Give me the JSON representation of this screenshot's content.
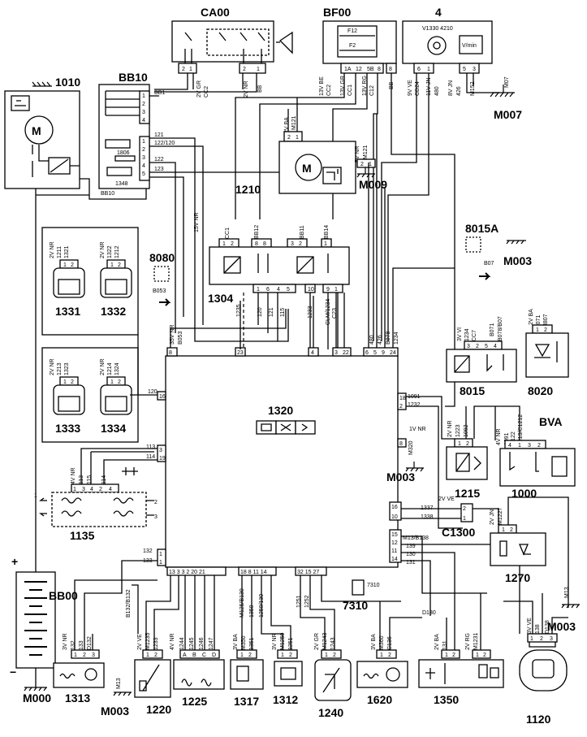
{
  "components": {
    "ca00": "CA00",
    "bf00": "BF00",
    "c4": "4",
    "c1010": "1010",
    "bb10": "BB10",
    "c1210": "1210",
    "m009": "M009",
    "m007": "M007",
    "c8015a": "8015A",
    "m003a": "M003",
    "c8080": "8080",
    "c1304": "1304",
    "c1331": "1331",
    "c1332": "1332",
    "c1333": "1333",
    "c1334": "1334",
    "c1320": "1320",
    "c8015": "8015",
    "c8020": "8020",
    "bva": "BVA",
    "c1215": "1215",
    "c1000": "1000",
    "m003b": "M003",
    "c1135": "1135",
    "c1300": "C1300",
    "c1270": "1270",
    "m003c": "M003",
    "c7310": "7310",
    "bb00": "BB00",
    "c1313": "1313",
    "c1220": "1220",
    "m003d": "M003",
    "c1225": "1225",
    "c1317": "1317",
    "c1312": "1312",
    "c1240": "1240",
    "c1620": "1620",
    "c1350": "1350",
    "c1120": "1120",
    "m000": "M000",
    "c1806": "1806",
    "c1348": "1348",
    "plus": "+",
    "minus": "−"
  },
  "wires": {
    "bb1": "BB1",
    "bb10": "BB10",
    "n121": "121",
    "n122_120": "122/120",
    "n122": "122",
    "n123": "123",
    "cc2gr": "2V GR",
    "cc2": "CC2",
    "nr2v": "2V NR",
    "bb": "BB",
    "be13": "13V BE",
    "gr13": "13V GR",
    "cc2b": "CC2",
    "cc1": "CC1",
    "bb3": "BB3",
    "rg13": "13V RG",
    "c12": "C12",
    "bb8": "BB",
    "ve9": "9V VE",
    "cd24": "CD24",
    "jn11": "11V JN",
    "n480": "480",
    "jn8": "8V JN",
    "n426": "426",
    "m152": "M152",
    "ba2v": "2V BA",
    "m121": "M121",
    "nr5v": "5V NR",
    "m121b": "M121",
    "nr15v": "15V NR",
    "cc1b": "CC1",
    "bb12": "BB12",
    "bb11": "BB11",
    "bb14": "BB14",
    "n1235": "1235",
    "n120": "120",
    "n121b": "121",
    "n115": "115",
    "n1233": "1233",
    "cl": "CLM/1234",
    "c23": "C23",
    "n480b": "480",
    "n426b": "426",
    "b078": "B078",
    "n1234": "1234",
    "nr35v": "35V NR",
    "b053": "B053",
    "b053b": "B053",
    "b07": "B07",
    "n120b": "120",
    "n1091": "1091",
    "n1232": "1232",
    "nr1v": "1V NR",
    "m320": "M320",
    "m320b": "M320",
    "n1223": "1223",
    "n1092": "1092",
    "n1091b": "1091",
    "c122": "C122",
    "c1213": "1213/C1212",
    "vi3": "3V VI",
    "n1234b": "1234",
    "cc7": "CC7",
    "b071": "B071",
    "b078b": "B078/B07",
    "ba2vb": "2V BA",
    "m807": "M807",
    "n113": "113",
    "n114": "114",
    "n115b": "115",
    "n114b": "114",
    "n113b": "113",
    "nr4v": "4V NR",
    "n1337": "1337",
    "n1338": "1338",
    "ve2v": "2V VE",
    "m13": "M13/B138",
    "n139": "139",
    "n130": "130",
    "n131": "131",
    "jn2v": "2V JN",
    "m1227": "M1227",
    "m13b": "M13",
    "n132": "132",
    "n133": "133",
    "b132": "B132/B132",
    "n1233b": "1233",
    "n1244": "1244",
    "n1245": "1245",
    "n1246": "1246",
    "n1247": "1247",
    "m125": "M125/B130",
    "n1350": "1350",
    "n1250": "1250/130",
    "n1251": "1251",
    "n1252": "1252",
    "n1243": "1243",
    "m132": "M132",
    "d132": "D132",
    "n133b": "133",
    "nr3v": "3V NR",
    "ve2vb": "2V VE",
    "m1235": "M1235",
    "nr4vb": "4V NR",
    "ba3v": "3V BA",
    "m350": "M350",
    "n1351": "1351",
    "nr3vb": "3V NR",
    "m1250": "M1250",
    "n1251b": "1251",
    "gr2v": "2V GR",
    "m1243": "M1243",
    "ba3vb": "3V BA",
    "m360": "M360",
    "c136": "C136",
    "n131b": "131",
    "ba2vc": "2V BA",
    "rg2v": "2V RG",
    "m1231": "M1231",
    "d130": "D130",
    "ve3v": "3V VE",
    "n138": "138",
    "d138": "D138",
    "m13c": "M13"
  }
}
